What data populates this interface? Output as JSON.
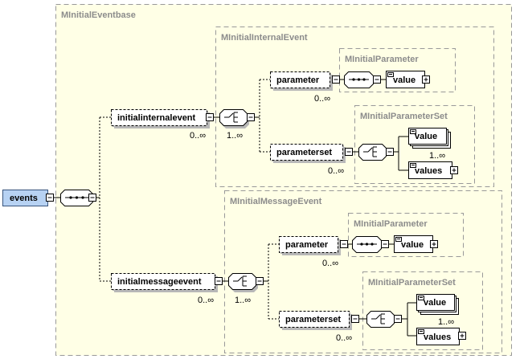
{
  "groups": {
    "base": "MInitialEventbase",
    "internal_event": "MInitialInternalEvent",
    "param_internal": "MInitialParameter",
    "paramset_internal": "MInitialParameterSet",
    "message_event": "MInitialMessageEvent",
    "param_message": "MInitialParameter",
    "paramset_message": "MInitialParameterSet"
  },
  "elements": {
    "events": "events",
    "initialinternalevent": "initialinternalevent",
    "initialmessageevent": "initialmessageevent",
    "parameter_internal": "parameter",
    "parameterset_internal": "parameterset",
    "value_internal": "value",
    "value_set_internal": "value",
    "values_internal": "values",
    "parameter_message": "parameter",
    "parameterset_message": "parameterset",
    "value_message": "value",
    "value_set_message": "value",
    "values_message": "values"
  },
  "occurrences": {
    "internalevent": "0..∞",
    "internal_choice": "1..∞",
    "parameter_internal": "0..∞",
    "parameterset_internal": "0..∞",
    "value_set_internal": "1..∞",
    "messageevent": "0..∞",
    "message_choice": "1..∞",
    "parameter_message": "0..∞",
    "parameterset_message": "0..∞",
    "value_set_message": "1..∞"
  },
  "colors": {
    "group_fill": "#ffffe6",
    "group_border": "#999999",
    "group_title": "#8c8c8c",
    "root_fill": "#b7d2f3"
  }
}
